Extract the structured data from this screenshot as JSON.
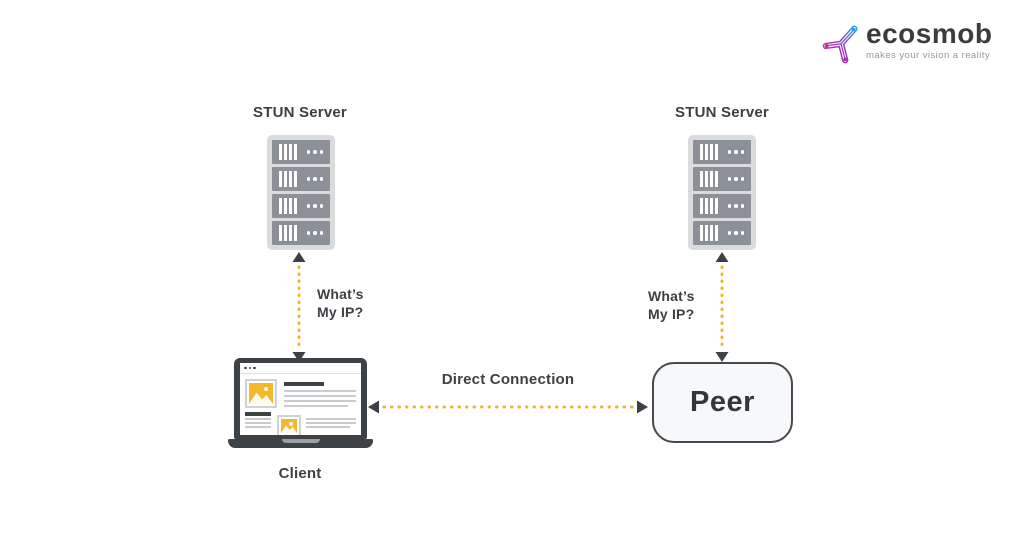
{
  "logo": {
    "name": "ecosmob",
    "tagline": "makes your vision a reality",
    "gradient": {
      "start": "#e9258e",
      "mid": "#8f36c9",
      "end": "#2aace2"
    }
  },
  "nodes": {
    "stun_left": {
      "label": "STUN Server"
    },
    "stun_right": {
      "label": "STUN Server"
    },
    "client": {
      "label": "Client"
    },
    "peer": {
      "label": "Peer"
    }
  },
  "connections": {
    "left_query": {
      "line1": "What’s",
      "line2": "My IP?"
    },
    "right_query": {
      "line1": "What’s",
      "line2": "My IP?"
    },
    "direct": {
      "label": "Direct Connection"
    }
  },
  "colors": {
    "text": "#3d4145",
    "arrow_dots": "#f0b32e",
    "arrow_head": "#3d4145",
    "server_unit": "#8b9196",
    "server_frame": "#d9dbdc",
    "peer_fill": "#f7f8f9",
    "peer_border": "#46494d",
    "laptop_dark": "#3d4246",
    "image_placeholder": "#f3b82c"
  }
}
